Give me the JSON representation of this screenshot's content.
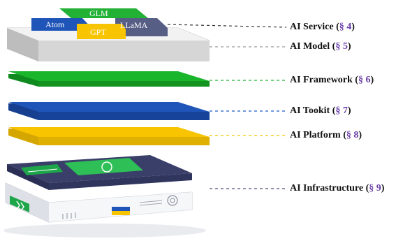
{
  "model_chips": {
    "glm": "GLM",
    "atom": "Atom",
    "gpt": "GPT",
    "llama": "LLaMA"
  },
  "layers": [
    {
      "id": "service",
      "label": "AI Service (",
      "section": "§ 4",
      "close": ")",
      "dash_color": "#333333"
    },
    {
      "id": "model",
      "label": "AI Model (",
      "section": "§ 5",
      "close": ")",
      "dash_color": "#999999"
    },
    {
      "id": "framework",
      "label": "AI Framework (",
      "section": "§ 6",
      "close": ")",
      "dash_color": "#22b035"
    },
    {
      "id": "toolkit",
      "label": "AI Tookit (",
      "section": "§ 7",
      "close": ")",
      "dash_color": "#1f5cc8"
    },
    {
      "id": "platform",
      "label": "AI Platform (",
      "section": "§ 8",
      "close": ")",
      "dash_color": "#f2c400"
    },
    {
      "id": "infrastructure",
      "label": "AI Infrastructure (",
      "section": "§ 9",
      "close": ")",
      "dash_color": "#4a4f7a"
    }
  ],
  "colors": {
    "framework_green": "#19b52b",
    "toolkit_blue": "#1f55b8",
    "platform_yellow": "#f8c400",
    "model_gray": "#d8d8d8",
    "chip_blue": "#1f55b8",
    "chip_green": "#22b035",
    "chip_yellow": "#f8c400",
    "chip_slate": "#565e86",
    "server_navy": "#3a3f6a",
    "server_body": "#eef0f3"
  }
}
